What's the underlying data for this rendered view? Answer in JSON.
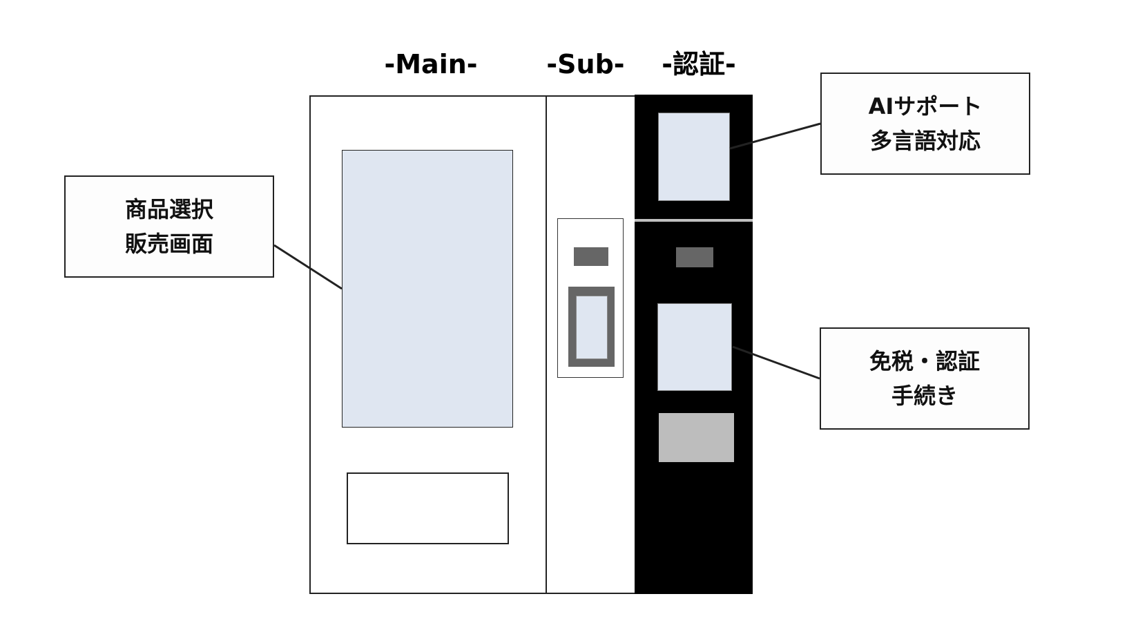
{
  "sections": {
    "main": "-Main-",
    "sub": "-Sub-",
    "auth": "-認証-"
  },
  "callouts": {
    "product_screen": {
      "lines": [
        "商品選択",
        "販売画面"
      ]
    },
    "ai_support": {
      "lines": [
        "AIサポート",
        "多言語対応"
      ]
    },
    "tax_free": {
      "lines": [
        "免税・認証",
        "手続き"
      ]
    }
  },
  "colors": {
    "screen": "#dfe6f1",
    "panel_dark": "#000000",
    "module_gray": "#666666",
    "tray_gray": "#bdbdbd"
  }
}
